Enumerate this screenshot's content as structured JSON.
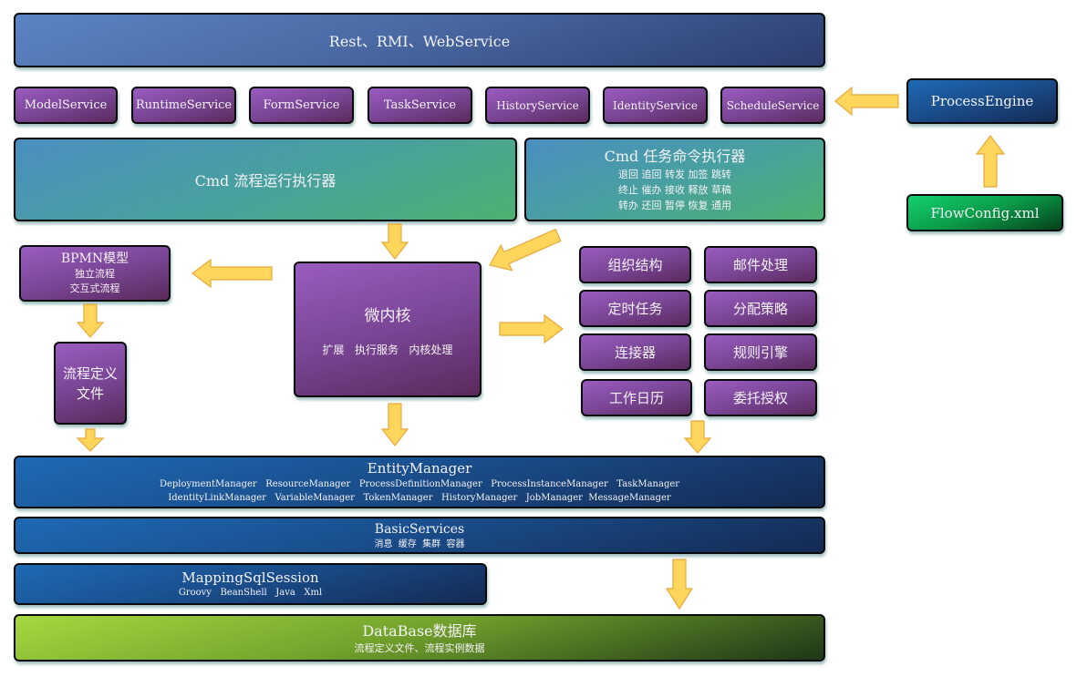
{
  "api_layer": {
    "title": "Rest、RMI、WebService"
  },
  "services": [
    {
      "label": "ModelService"
    },
    {
      "label": "RuntimeService"
    },
    {
      "label": "FormService"
    },
    {
      "label": "TaskService"
    },
    {
      "label": "HistoryService"
    },
    {
      "label": "IdentityService"
    },
    {
      "label": "ScheduleService"
    }
  ],
  "process_engine": {
    "label": "ProcessEngine"
  },
  "flow_config": {
    "label": "FlowConfig.xml"
  },
  "cmd_process": {
    "title": "Cmd 流程运行执行器"
  },
  "cmd_task": {
    "title": "Cmd 任务命令执行器",
    "lines": [
      "退回 追回 转发 加签 跳转",
      "终止 催办 接收 释放 草稿",
      "转办 还回 暂停 恢复 通用"
    ]
  },
  "bpmn_model": {
    "title": "BPMN模型",
    "lines": [
      "独立流程",
      "交互式流程"
    ]
  },
  "process_def_file": {
    "lines": [
      "流程定义",
      "文件"
    ]
  },
  "micro_kernel": {
    "title": "微内核",
    "subtitle": "扩展   执行服务   内核处理"
  },
  "modules": [
    {
      "label": "组织结构"
    },
    {
      "label": "邮件处理"
    },
    {
      "label": "定时任务"
    },
    {
      "label": "分配策略"
    },
    {
      "label": "连接器"
    },
    {
      "label": "规则引擎"
    },
    {
      "label": "工作日历"
    },
    {
      "label": "委托授权"
    }
  ],
  "entity_manager": {
    "title": "EntityManager",
    "lines": [
      "DeploymentManager   ResourceManager   ProcessDefinitionManager   ProcessInstanceManager   TaskManager",
      "IdentityLinkManager   VariableManager   TokenManager   HistoryManager   JobManager  MessageManager"
    ]
  },
  "basic_services": {
    "title": "BasicServices",
    "subtitle": "消息  缓存  集群  容器"
  },
  "mapping_sql": {
    "title": "MappingSqlSession",
    "subtitle": "Groovy   BeanShell   Java   Xml"
  },
  "database": {
    "title": "DataBase数据库",
    "subtitle": "流程定义文件、流程实例数据"
  },
  "colors": {
    "arrow_fill": "#ffd65c",
    "arrow_stroke": "#e8a83a"
  }
}
